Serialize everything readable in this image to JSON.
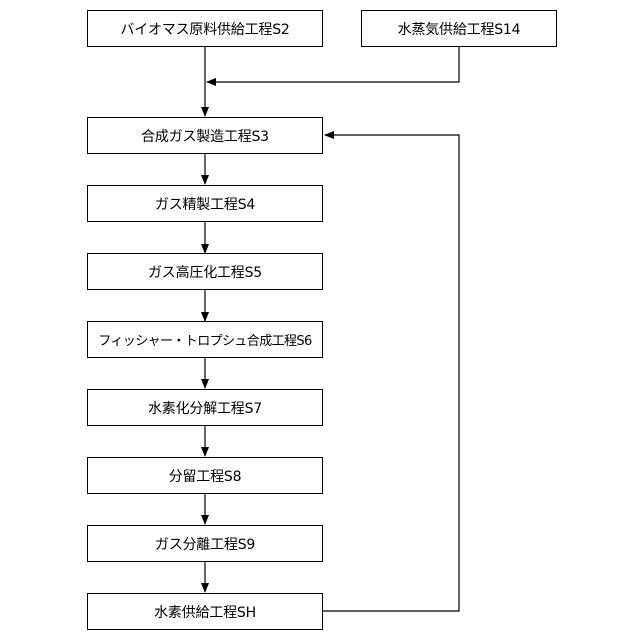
{
  "diagram": {
    "steps": {
      "s2": "バイオマス原料供給工程S2",
      "s14": "水蒸気供給工程S14",
      "s3": "合成ガス製造工程S3",
      "s4": "ガス精製工程S4",
      "s5": "ガス高圧化工程S5",
      "s6": "フィッシャー・トロプシュ合成工程S6",
      "s7": "水素化分解工程S7",
      "s8": "分留工程S8",
      "s9": "ガス分離工程S9",
      "sh": "水素供給工程SH"
    }
  }
}
